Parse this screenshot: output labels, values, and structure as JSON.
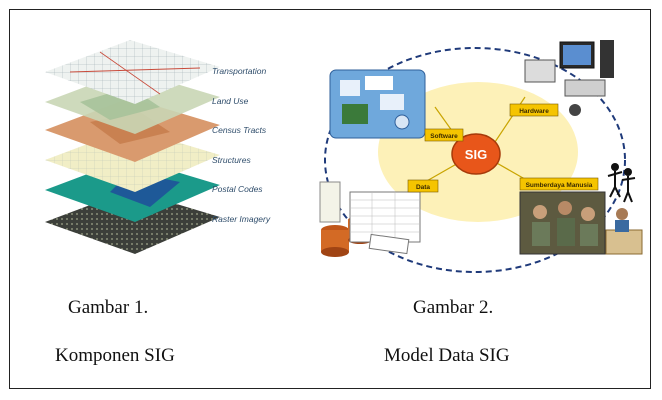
{
  "figure1": {
    "layers": [
      "Transportation",
      "Land Use",
      "Census Tracts",
      "Structures",
      "Postal Codes",
      "Raster Imagery"
    ],
    "caption_line1": "Gambar 1.",
    "caption_line2": "Komponen SIG"
  },
  "figure2": {
    "center_label": "SIG",
    "components": {
      "hardware": "Hardware",
      "software": "Software",
      "data": "Data",
      "people": "Sumberdaya Manusia"
    },
    "caption_line1": "Gambar 2.",
    "caption_line2": "Model Data SIG",
    "colors": {
      "center": "#e8561a",
      "ellipse": "#fdf1b8",
      "ring": "#1f3a7a",
      "label_box": "#f5c400"
    }
  }
}
